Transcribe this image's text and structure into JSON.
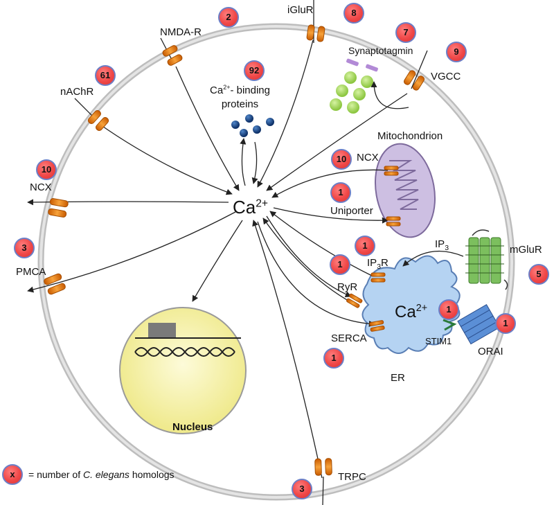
{
  "labels": {
    "nmda": "NMDA-R",
    "iglur": "iGluR",
    "synaptotagmin": "Synaptotagmin",
    "vgcc": "VGCC",
    "nachr": "nAChR",
    "cabp_prefix": "Ca",
    "cabp_sup": "2+",
    "cabp_suffix": "- binding",
    "cabp_line2": "proteins",
    "mitochondrion": "Mitochondrion",
    "ncx_mito": "NCX",
    "ncx_left": "NCX",
    "uniporter": "Uniporter",
    "ca_center": "Ca",
    "ca_center_sup": "2+",
    "pmca": "PMCA",
    "ip3_base": "IP",
    "ip3_sub": "3",
    "mglur": "mGluR",
    "ip3r_base": "IP",
    "ip3r_sub": "3",
    "ip3r_suffix": "R",
    "ryr": "RyR",
    "ca_er": "Ca",
    "ca_er_sup": "2+",
    "serca": "SERCA",
    "stim1": "STIM1",
    "orai": "ORAI",
    "er": "ER",
    "nucleus": "Nucleus",
    "trpc": "TRPC"
  },
  "badges": {
    "nmda": "2",
    "iglur": "8",
    "synaptotagmin": "7",
    "vgcc": "9",
    "nachr": "61",
    "cabp": "92",
    "ncx_mito": "10",
    "ncx_left": "10",
    "uniporter": "1",
    "pmca": "3",
    "ip3r": "1",
    "ryr": "1",
    "stim1": "1",
    "orai": "1",
    "mglur": "5",
    "serca": "1",
    "trpc": "3"
  },
  "legend": {
    "symbol": "x",
    "prefix": "= number of ",
    "species": "C. elegans",
    "suffix": " homologs"
  },
  "colors": {
    "membrane": "#cfcfcf",
    "channel": "#e8780e",
    "mitochondrion": "#c9b8df",
    "er": "#a9c8ec",
    "nucleus": "#f7f3a8",
    "vesicle": "#a8dd5c",
    "cabp_dot": "#1a4a8a",
    "mglur": "#7cbf5e",
    "orai": "#5b8fd6",
    "badge": "#f04848"
  }
}
